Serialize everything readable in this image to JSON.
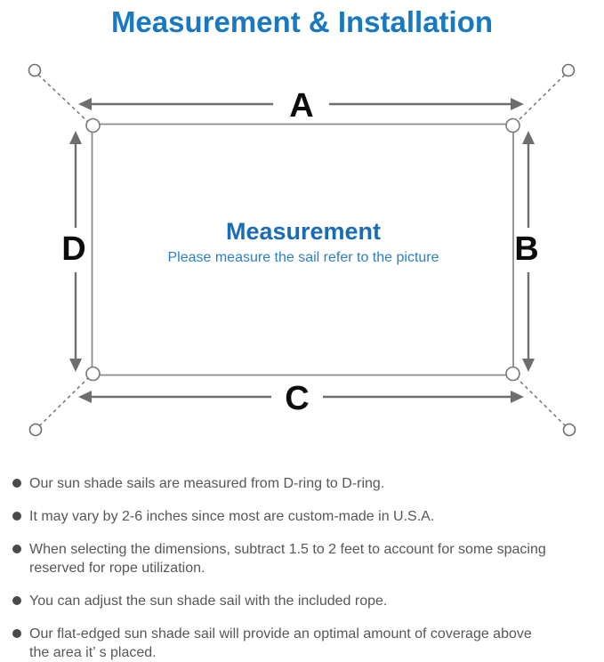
{
  "header": {
    "title": "Measurement & Installation",
    "title_color": "#1878c0"
  },
  "diagram": {
    "labels": {
      "top": "A",
      "right": "B",
      "bottom": "C",
      "left": "D"
    },
    "center": {
      "title": "Measurement",
      "subtitle": "Please measure the sail refer to the picture"
    },
    "colors": {
      "outline_gray": "#8c8c8c",
      "arrow_gray": "#6e6e6e",
      "label_black": "#0d0d0d",
      "center_title_blue": "#1a6cb4",
      "center_subtitle_blue": "#2e80c4"
    }
  },
  "notes": {
    "items": [
      "Our sun shade sails are measured from D-ring to D-ring.",
      "It may vary by 2-6 inches since most are custom-made in U.S.A.",
      "When selecting the dimensions, subtract 1.5 to 2 feet to account for some spacing\nreserved for rope utilization.",
      "You can adjust the sun shade sail with the included rope.",
      "Our flat-edged sun shade sail will provide an optimal amount of coverage above\nthe area it’ s placed."
    ]
  }
}
